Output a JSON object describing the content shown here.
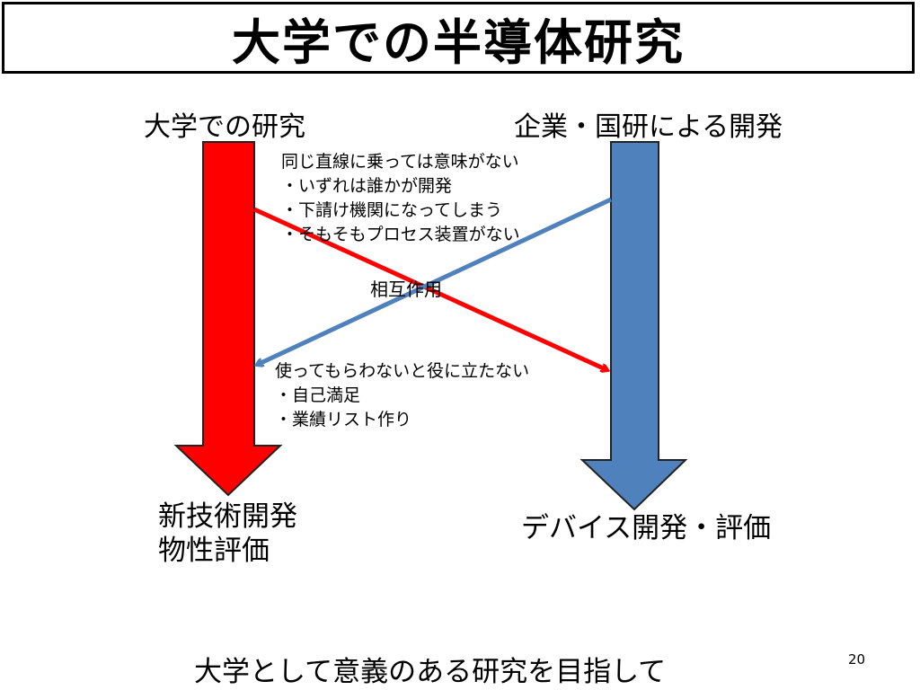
{
  "title": "大学での半導体研究",
  "left_column": {
    "heading": "大学での研究",
    "outcome_lines": [
      "新技術開発",
      "物性評価"
    ],
    "arrow_color": "#ff0000"
  },
  "right_column": {
    "heading": "企業・国研による開発",
    "outcome": "デバイス開発・評価",
    "arrow_color": "#4f81bd"
  },
  "upper_note": {
    "title": "同じ直線に乗っては意味がない",
    "bullets": [
      "・いずれは誰かが開発",
      "・下請け機関になってしまう",
      "・そもそもプロセス装置がない"
    ]
  },
  "interaction_label": "相互作用",
  "lower_note": {
    "title": "使ってもらわないと役に立たない",
    "bullets": [
      "・自己満足",
      "・業績リスト作り"
    ]
  },
  "conclusion": "大学として意義のある研究を目指して",
  "page_number": "20"
}
